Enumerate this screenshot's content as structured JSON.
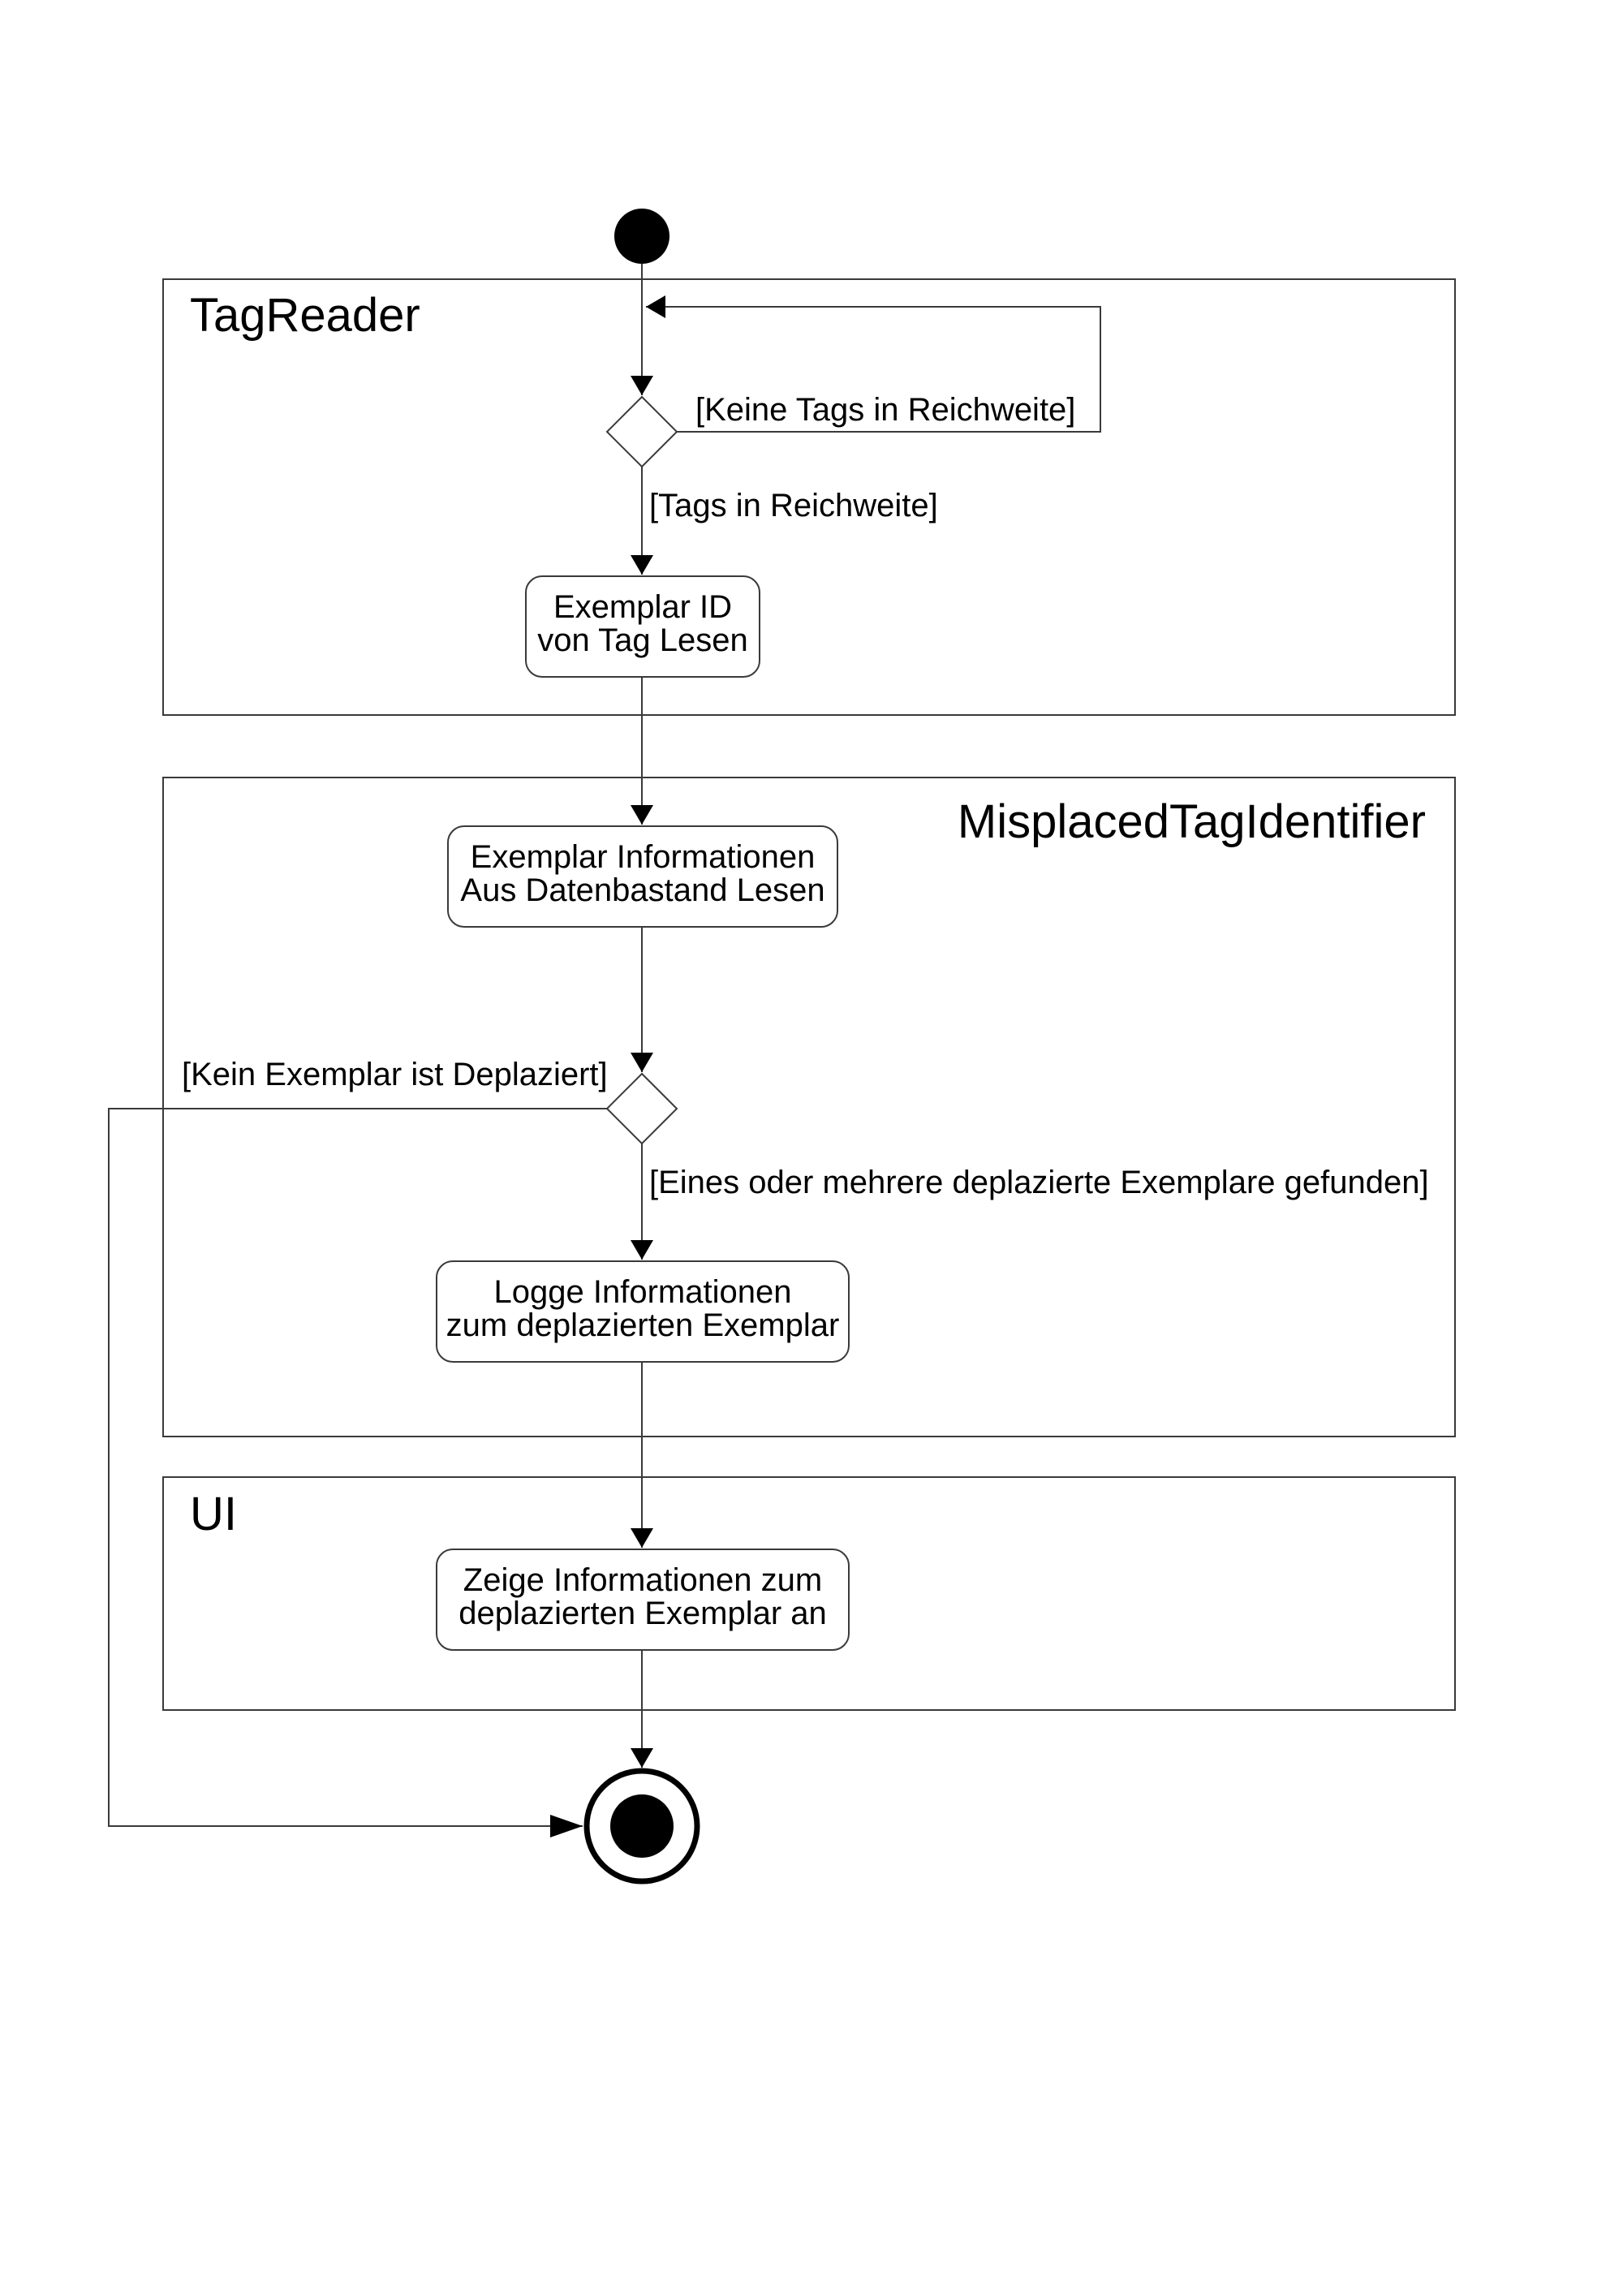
{
  "partitions": {
    "tagreader": {
      "title": "TagReader"
    },
    "misplaced": {
      "title": "MisplacedTagIdentifier"
    },
    "ui": {
      "title": "UI"
    }
  },
  "guards": {
    "no_tags": "[Keine Tags in Reichweite]",
    "tags_in_range": "[Tags in Reichweite]",
    "no_misplaced": "[Kein Exemplar ist Deplaziert]",
    "misplaced_found": "[Eines oder mehrere deplazierte Exemplare gefunden]"
  },
  "actions": {
    "read_id": {
      "line1": "Exemplar ID",
      "line2": "von Tag Lesen"
    },
    "read_info": {
      "line1": "Exemplar Informationen",
      "line2": "Aus Datenbastand Lesen"
    },
    "log_info": {
      "line1": "Logge Informationen",
      "line2": "zum deplazierten Exemplar"
    },
    "show_info": {
      "line1": "Zeige Informationen zum",
      "line2": "deplazierten Exemplar an"
    }
  },
  "colors": {
    "line": "#3a3a3a",
    "node_fill": "#000000",
    "background": "#ffffff"
  }
}
